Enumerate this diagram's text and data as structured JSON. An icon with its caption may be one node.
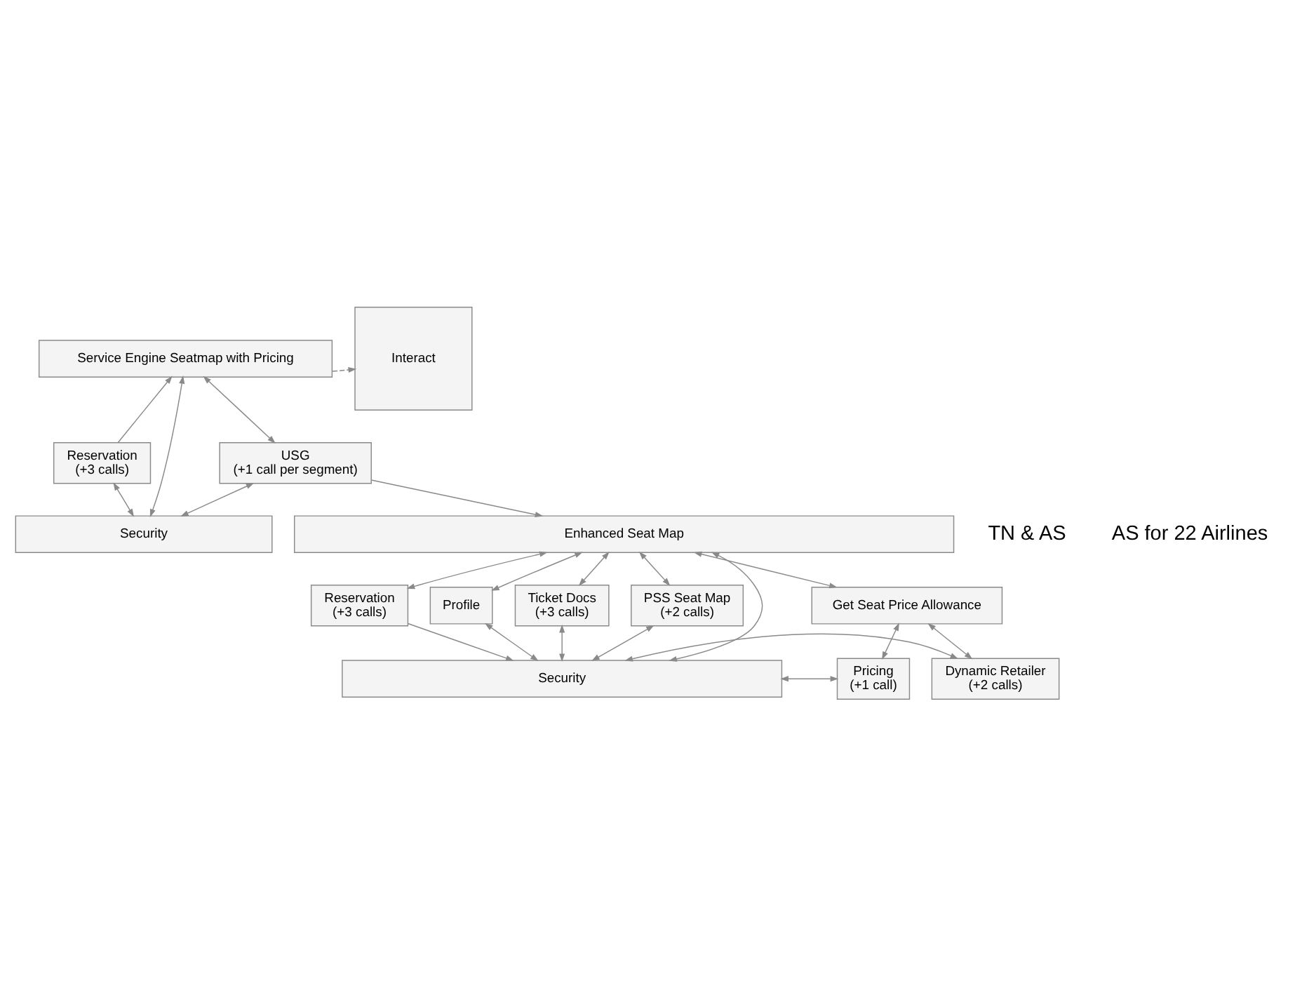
{
  "diagram": {
    "nodes": [
      {
        "text": [
          "Service Engine Seatmap with Pricing"
        ]
      },
      {
        "text": [
          "Interact"
        ]
      },
      {
        "text": [
          "Reservation",
          "(+3 calls)"
        ]
      },
      {
        "text": [
          "USG",
          "(+1 call per segment)"
        ]
      },
      {
        "text": [
          "Security"
        ]
      },
      {
        "text": [
          "Enhanced Seat Map"
        ]
      },
      {
        "text": [
          "Reservation",
          "(+3 calls)"
        ]
      },
      {
        "text": [
          "Profile"
        ]
      },
      {
        "text": [
          "Ticket Docs",
          "(+3 calls)"
        ]
      },
      {
        "text": [
          "PSS Seat Map",
          "(+2 calls)"
        ]
      },
      {
        "text": [
          "Get Seat Price Allowance"
        ]
      },
      {
        "text": [
          "Security"
        ]
      },
      {
        "text": [
          "Pricing",
          "(+1 call)"
        ]
      },
      {
        "text": [
          "Dynamic Retailer",
          "(+2 calls)"
        ]
      }
    ],
    "edges": [
      {
        "from": 0,
        "to": 1,
        "arrow": "to",
        "style": "dashed"
      },
      {
        "from": 4,
        "to": 0,
        "arrow": "both"
      },
      {
        "from": 2,
        "to": 0,
        "arrow": "to"
      },
      {
        "from": 3,
        "to": 0,
        "arrow": "both"
      },
      {
        "from": 2,
        "to": 4,
        "arrow": "both"
      },
      {
        "from": 3,
        "to": 4,
        "arrow": "both"
      },
      {
        "from": 3,
        "to": 5,
        "arrow": "to"
      },
      {
        "from": 5,
        "to": 11,
        "arrow": "both"
      },
      {
        "from": 5,
        "to": 6,
        "arrow": "both"
      },
      {
        "from": 5,
        "to": 7,
        "arrow": "both"
      },
      {
        "from": 5,
        "to": 8,
        "arrow": "both"
      },
      {
        "from": 5,
        "to": 9,
        "arrow": "both"
      },
      {
        "from": 5,
        "to": 10,
        "arrow": "both"
      },
      {
        "from": 6,
        "to": 11,
        "arrow": "to"
      },
      {
        "from": 7,
        "to": 11,
        "arrow": "both"
      },
      {
        "from": 8,
        "to": 11,
        "arrow": "both"
      },
      {
        "from": 9,
        "to": 11,
        "arrow": "both"
      },
      {
        "from": 10,
        "to": 12,
        "arrow": "both"
      },
      {
        "from": 10,
        "to": 13,
        "arrow": "both"
      },
      {
        "from": 11,
        "to": 12,
        "arrow": "both"
      },
      {
        "from": 11,
        "to": 13,
        "arrow": "both"
      }
    ],
    "labels": [
      "TN & AS",
      "AS for 22 Airlines"
    ]
  }
}
